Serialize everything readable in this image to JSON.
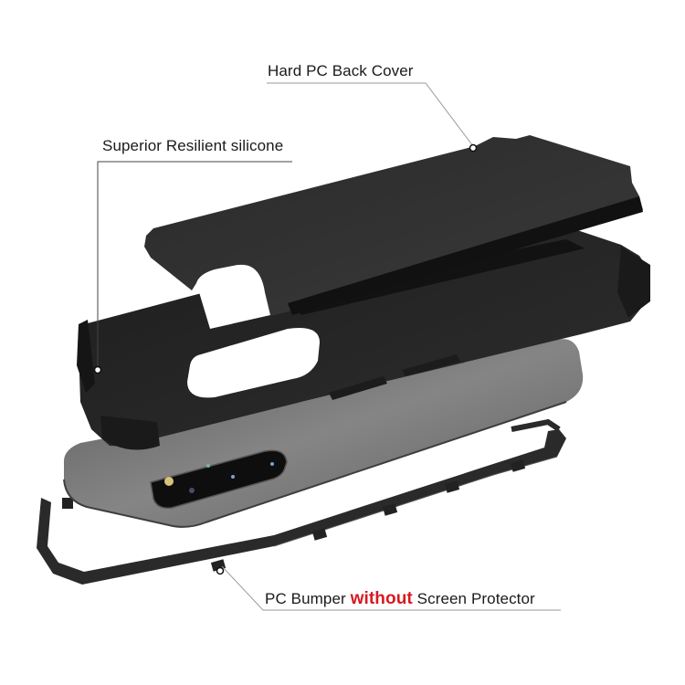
{
  "callouts": {
    "back_cover": {
      "label": "Hard PC Back Cover"
    },
    "silicone": {
      "label": "Superior Resilient silicone"
    },
    "bumper": {
      "label_prefix": "PC Bumper ",
      "label_highlight": "without",
      "label_suffix": " Screen Protector"
    }
  },
  "colors": {
    "accent_red": "#d71920",
    "text": "#1a1a1a",
    "leader_line": "#9a9a9a",
    "case_black": "#2b2b2b",
    "case_shadow": "#161616",
    "phone_gray": "#6e6e6e",
    "phone_gray_light": "#8d8d8d"
  },
  "product": {
    "layers": [
      {
        "name": "back-cover",
        "material": "Hard PC"
      },
      {
        "name": "silicone-inner",
        "material": "Resilient silicone"
      },
      {
        "name": "phone",
        "material": "device"
      },
      {
        "name": "bumper-frame",
        "material": "PC"
      }
    ]
  }
}
